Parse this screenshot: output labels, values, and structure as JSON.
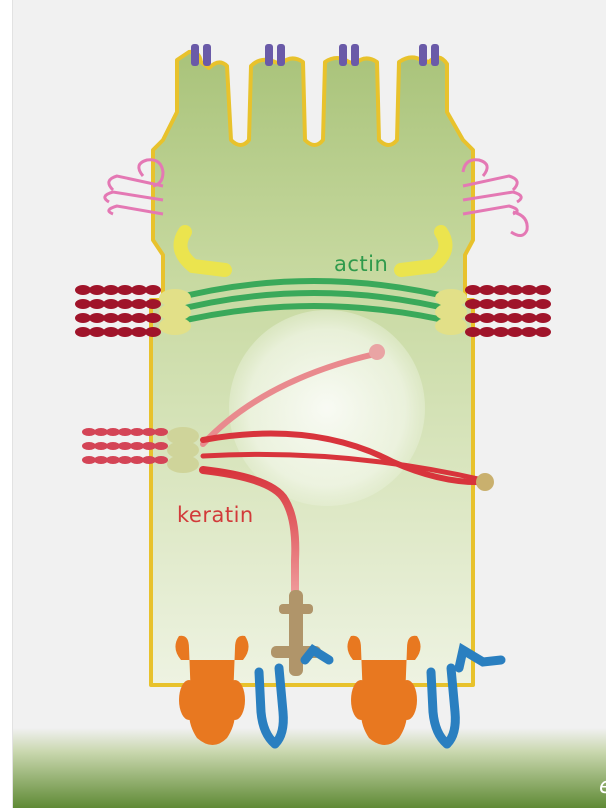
{
  "labels": {
    "actin": "actin",
    "keratin": "keratin",
    "corner": "e"
  },
  "colors": {
    "background": "#f1f1f1",
    "cell_fill": "#cfe0a8",
    "cell_border": "#e8c22c",
    "actin": "#3aa95a",
    "keratin": "#d8343c",
    "cadherin_red": "#a0142a",
    "claudin_pink": "#e478b4",
    "integrin_orange": "#e87820",
    "integrin_blue": "#2a7fc0",
    "channel_purple": "#6a5aa8",
    "junction_yellow": "#e8e050",
    "hemidesmosome_tan": "#b0956a",
    "basal_green": "#6c9040"
  }
}
